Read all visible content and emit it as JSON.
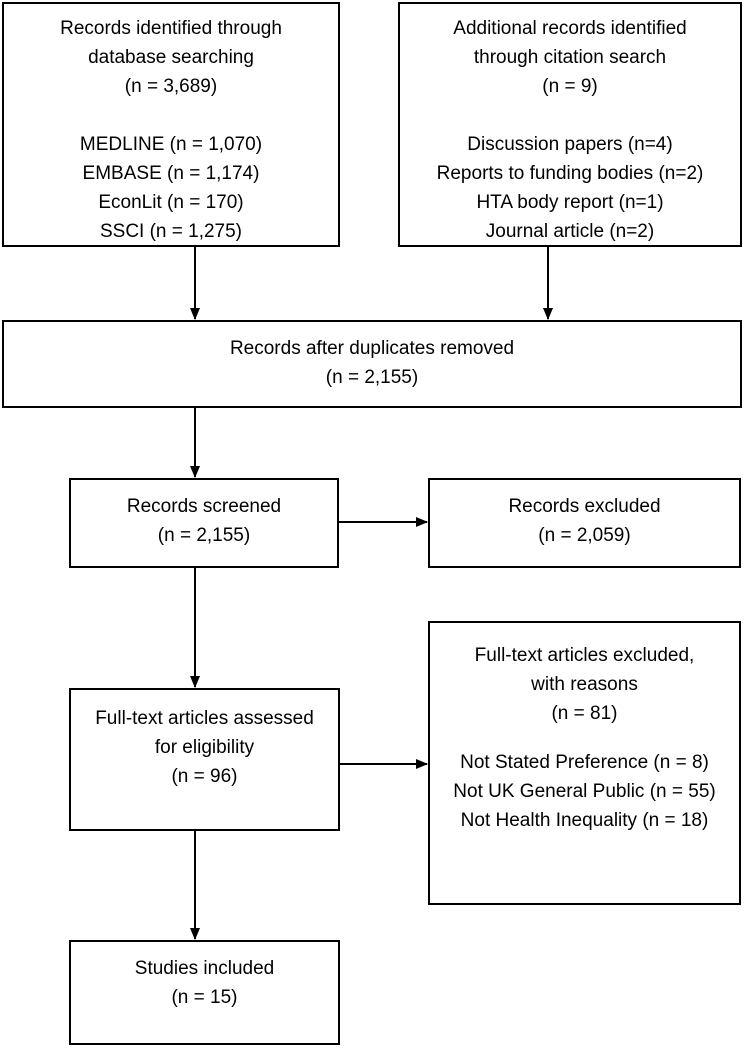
{
  "db_search": {
    "lines": [
      "Records identified through",
      "database searching",
      "(n = 3,689)"
    ],
    "sources": [
      "MEDLINE (n = 1,070)",
      "EMBASE (n = 1,174)",
      "EconLit (n = 170)",
      "SSCI (n = 1,275)"
    ]
  },
  "citation_search": {
    "lines": [
      "Additional records identified",
      "through citation search",
      "(n = 9)"
    ],
    "sources": [
      "Discussion papers (n=4)",
      "Reports to funding bodies (n=2)",
      "HTA body report (n=1)",
      "Journal article (n=2)"
    ]
  },
  "duplicates_removed": {
    "lines": [
      "Records after duplicates removed",
      "(n = 2,155)"
    ]
  },
  "screened": {
    "lines": [
      "Records screened",
      "(n = 2,155)"
    ]
  },
  "excluded": {
    "lines": [
      "Records excluded",
      "(n = 2,059)"
    ]
  },
  "fulltext_assessed": {
    "lines": [
      "Full-text articles assessed",
      "for eligibility",
      "(n = 96)"
    ]
  },
  "fulltext_excluded": {
    "lines": [
      "Full-text articles excluded,",
      "with reasons",
      "(n = 81)"
    ],
    "reasons": [
      "Not Stated Preference (n = 8)",
      "Not UK General Public (n = 55)",
      "Not Health Inequality (n = 18)"
    ]
  },
  "included": {
    "lines": [
      "Studies included",
      "(n = 15)"
    ]
  }
}
